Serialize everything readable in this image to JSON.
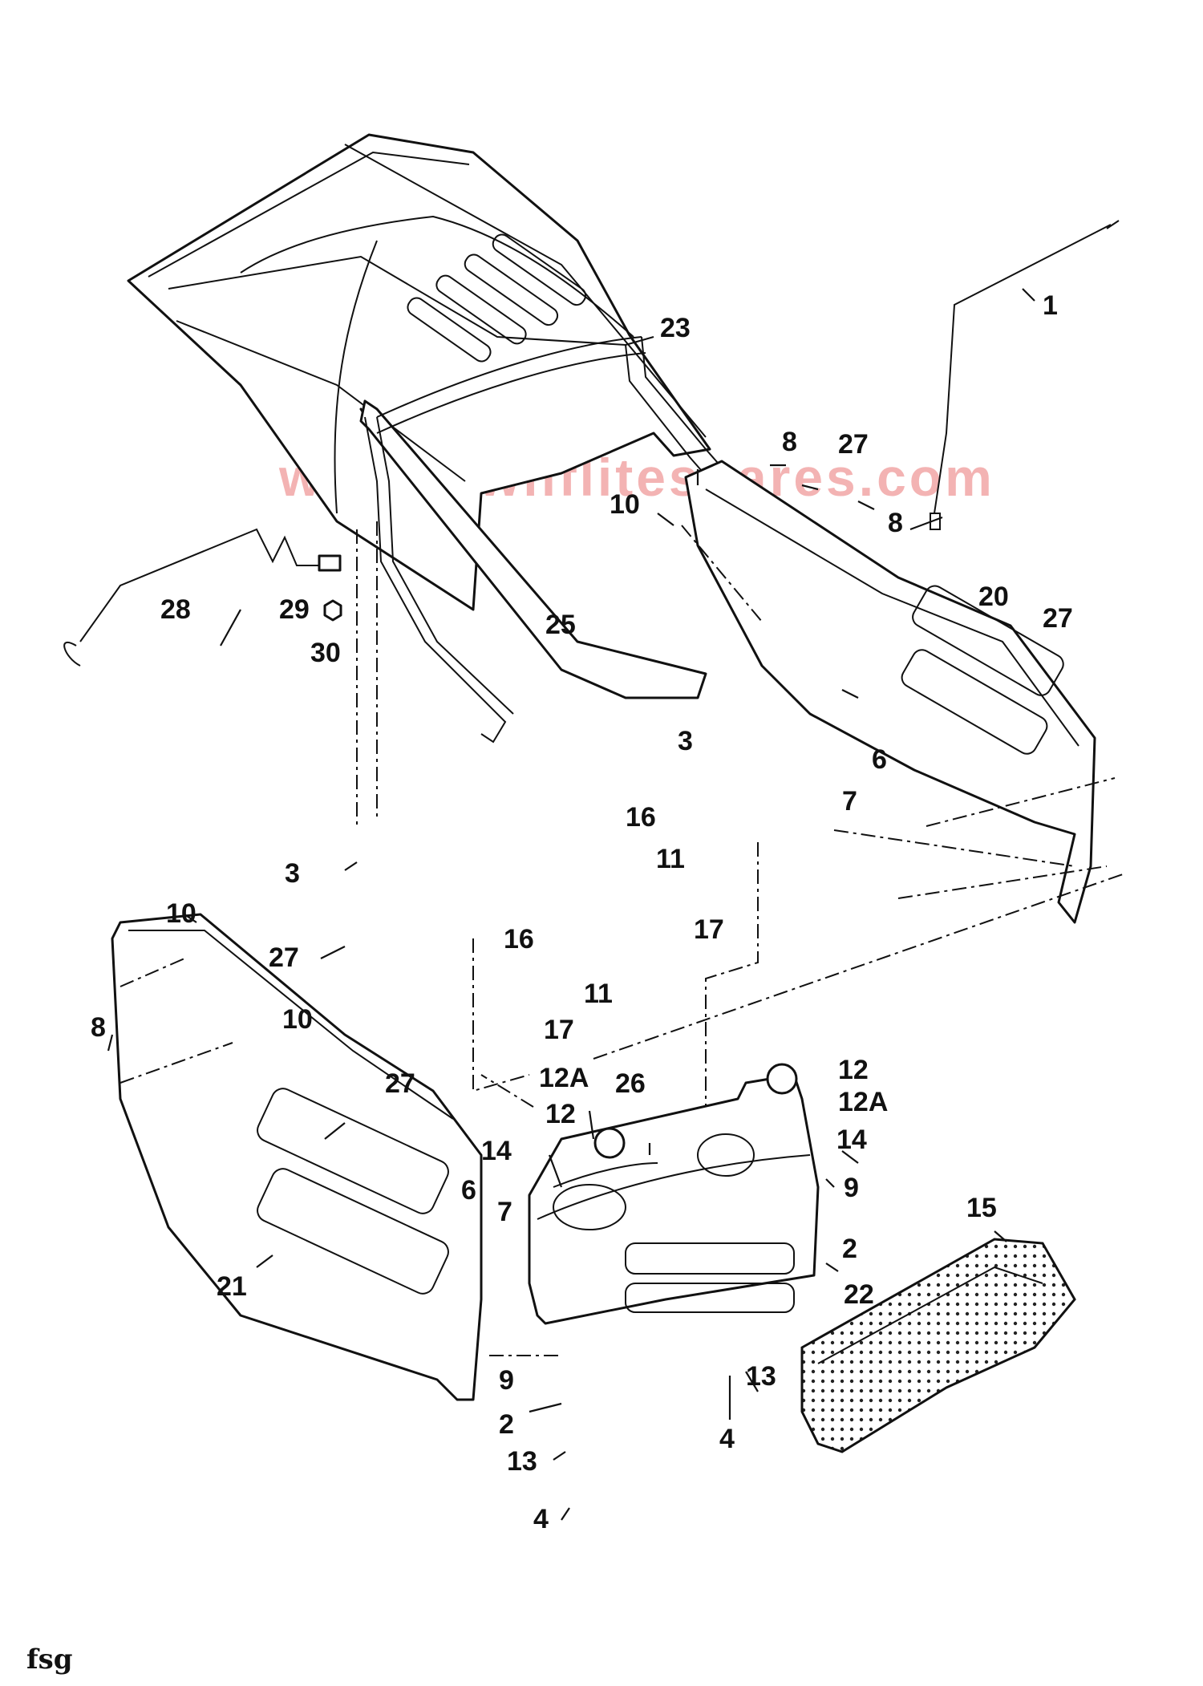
{
  "watermark": "www.lawnflitespares.com",
  "footer_code": "fsg",
  "callouts": {
    "c1": "1",
    "c2a": "2",
    "c2b": "2",
    "c3a": "3",
    "c3b": "3",
    "c4a": "4",
    "c4b": "4",
    "c6a": "6",
    "c6b": "6",
    "c7a": "7",
    "c7b": "7",
    "c8a": "8",
    "c8b": "8",
    "c8c": "8",
    "c9a": "9",
    "c9b": "9",
    "c10a": "10",
    "c10b": "10",
    "c10c": "10",
    "c11a": "11",
    "c11b": "11",
    "c12a": "12",
    "c12b": "12",
    "c12Aa": "12A",
    "c12Ab": "12A",
    "c13a": "13",
    "c13b": "13",
    "c14a": "14",
    "c14b": "14",
    "c15": "15",
    "c16a": "16",
    "c16b": "16",
    "c17a": "17",
    "c17b": "17",
    "c20": "20",
    "c21": "21",
    "c22": "22",
    "c23": "23",
    "c25": "25",
    "c26": "26",
    "c27a": "27",
    "c27b": "27",
    "c27c": "27",
    "c27d": "27",
    "c28": "28",
    "c29": "29",
    "c30": "30"
  }
}
